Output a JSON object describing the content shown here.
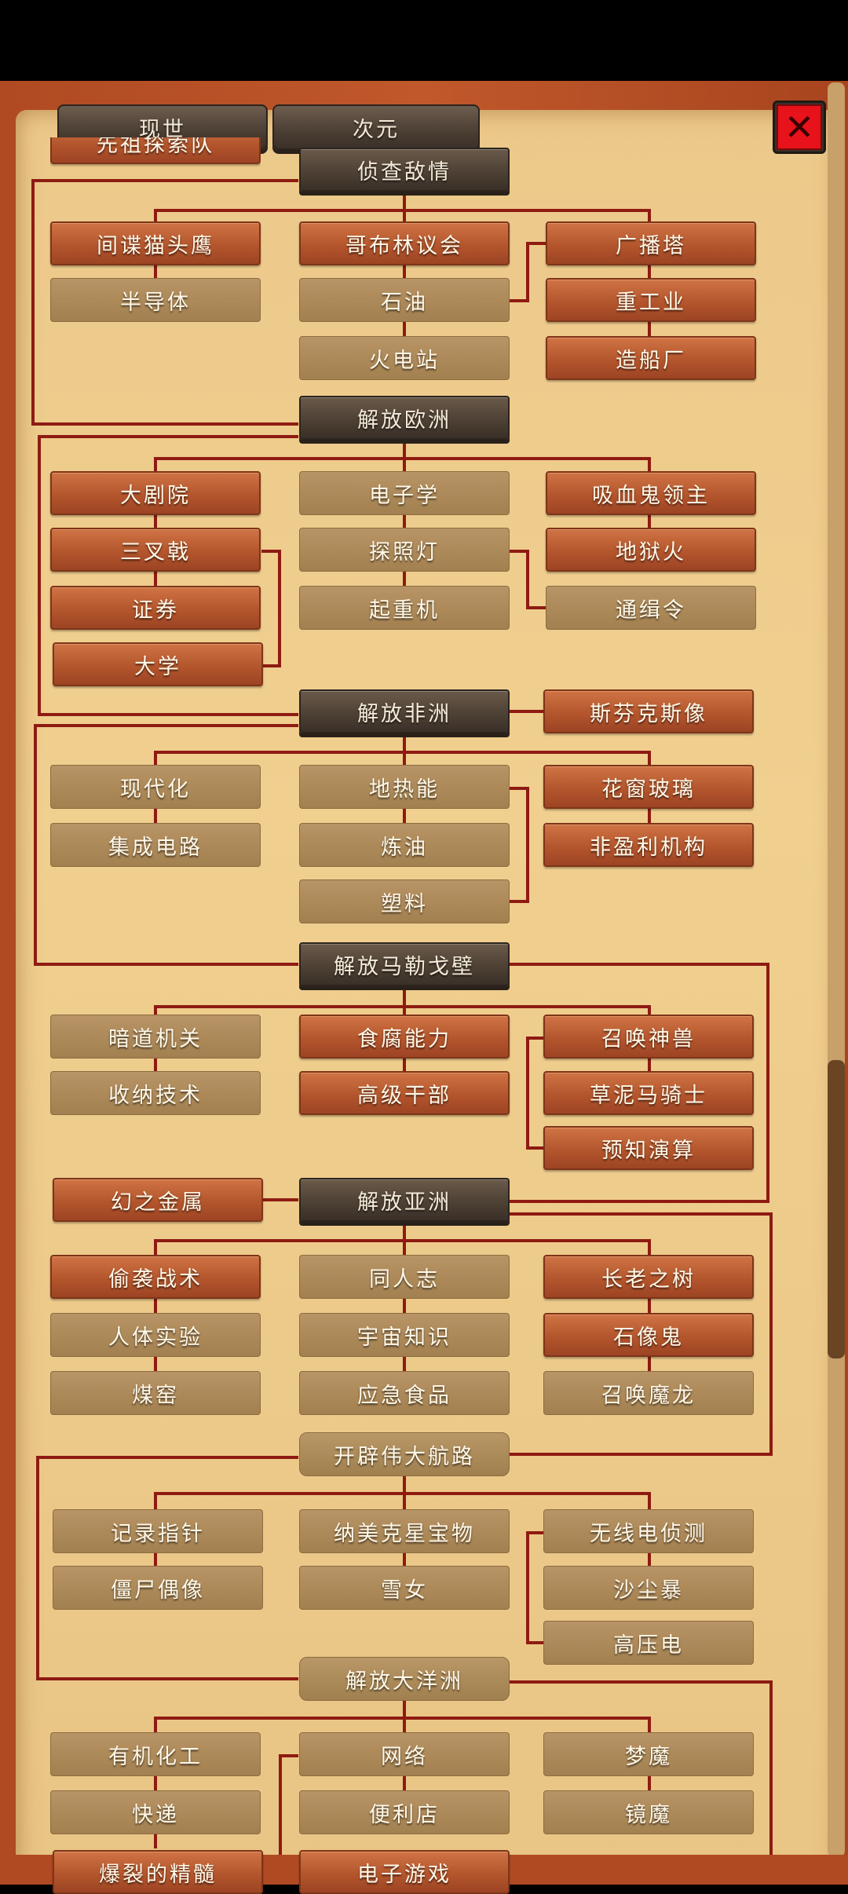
{
  "tabs": [
    "现世",
    "次元"
  ],
  "close_icon": "x-icon",
  "partial_top_label": "先祖探索队",
  "nodes": {
    "zhencha": "侦查敌情",
    "jiandie": "间谍猫头鹰",
    "gebulin": "哥布林议会",
    "guangbo": "广播塔",
    "bandaoti": "半导体",
    "shiyou": "石油",
    "zhonggongye": "重工业",
    "huodianzhan": "火电站",
    "zaochuan": "造船厂",
    "jiefang_ouzhou": "解放欧洲",
    "dajuyuan": "大剧院",
    "dianzixue": "电子学",
    "xixuegui": "吸血鬼领主",
    "sanchaji": "三叉戟",
    "tanzhaodeng": "探照灯",
    "diyuhuo": "地狱火",
    "zhengquan": "证券",
    "qizhongji": "起重机",
    "tongjiling": "通缉令",
    "daxue": "大学",
    "jiefang_feizhou": "解放非洲",
    "sifenkesi": "斯芬克斯像",
    "xiandaihua": "现代化",
    "dirneng": "地热能",
    "huachuang": "花窗玻璃",
    "jicheng": "集成电路",
    "lianyou": "炼油",
    "feiyingli": "非盈利机构",
    "suliao": "塑料",
    "jiefang_malage": "解放马勒戈壁",
    "andao": "暗道机关",
    "shifu": "食腐能力",
    "zhaohuan_shenshou": "召唤神兽",
    "shouna": "收纳技术",
    "gaoji": "高级干部",
    "caonima": "草泥马骑士",
    "yuzhi": "预知演算",
    "huanzhi": "幻之金属",
    "jiefang_yazhou": "解放亚洲",
    "toxi": "偷袭战术",
    "tongren": "同人志",
    "zhanglao": "长老之树",
    "renti": "人体实验",
    "yuzhou": "宇宙知识",
    "shixianggui": "石像鬼",
    "meiyao": "煤窑",
    "yingji": "应急食品",
    "zhaohuan_molong": "召唤魔龙",
    "kaipi": "开辟伟大航路",
    "jilu": "记录指针",
    "namei": "纳美克星宝物",
    "wuxiandian": "无线电侦测",
    "jiangshi": "僵尸偶像",
    "xuenv": "雪女",
    "shachen": "沙尘暴",
    "gaoya": "高压电",
    "jiefang_dayang": "解放大洋洲",
    "youji": "有机化工",
    "wangluo": "网络",
    "mengmo": "梦魔",
    "kuaidi": "快递",
    "bianli": "便利店",
    "jingmo": "镜魔",
    "baolie": "爆裂的精髓",
    "dianzi_youxi": "电子游戏"
  }
}
